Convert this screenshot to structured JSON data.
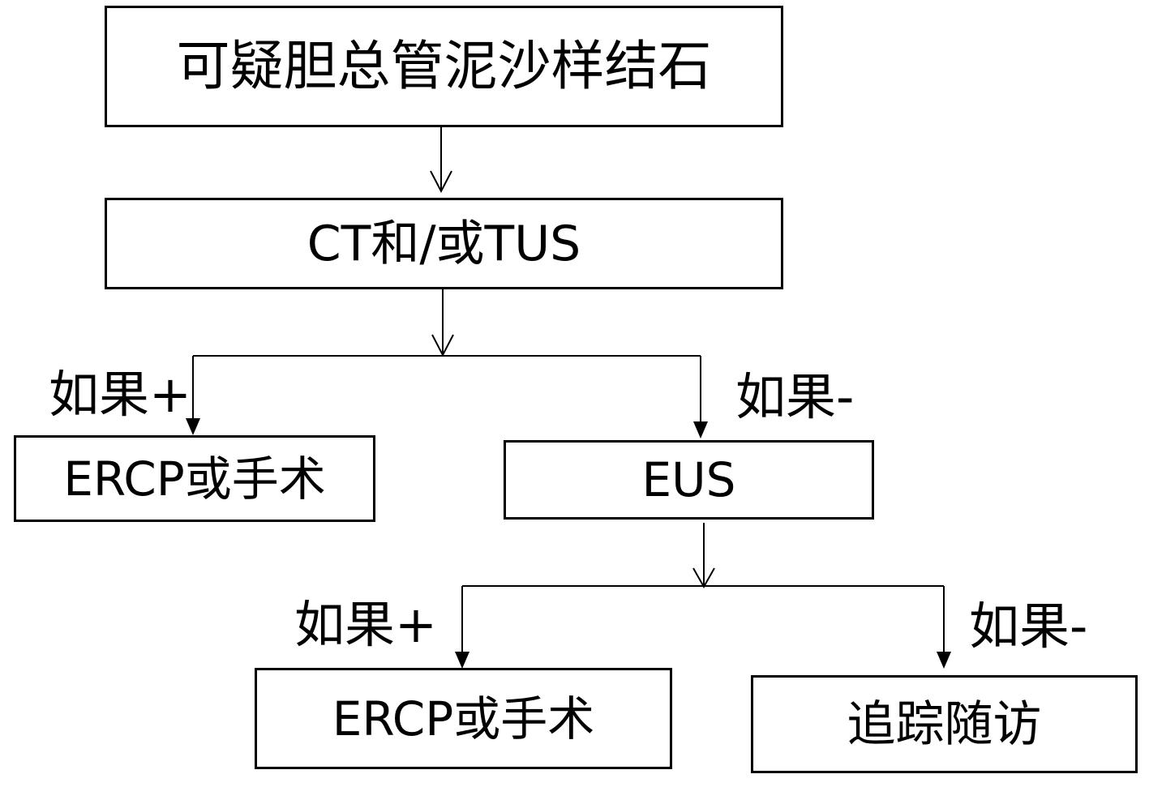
{
  "nodes": {
    "suspected": "可疑胆总管泥沙样结石",
    "ct_tus": "CT和/或TUS",
    "ercp_surgery_1": "ERCP或手术",
    "eus": "EUS",
    "ercp_surgery_2": "ERCP或手术",
    "follow_up": "追踪随访"
  },
  "edge_labels": {
    "first_positive": "如果+",
    "first_negative": "如果-",
    "second_positive": "如果+",
    "second_negative": "如果-"
  }
}
